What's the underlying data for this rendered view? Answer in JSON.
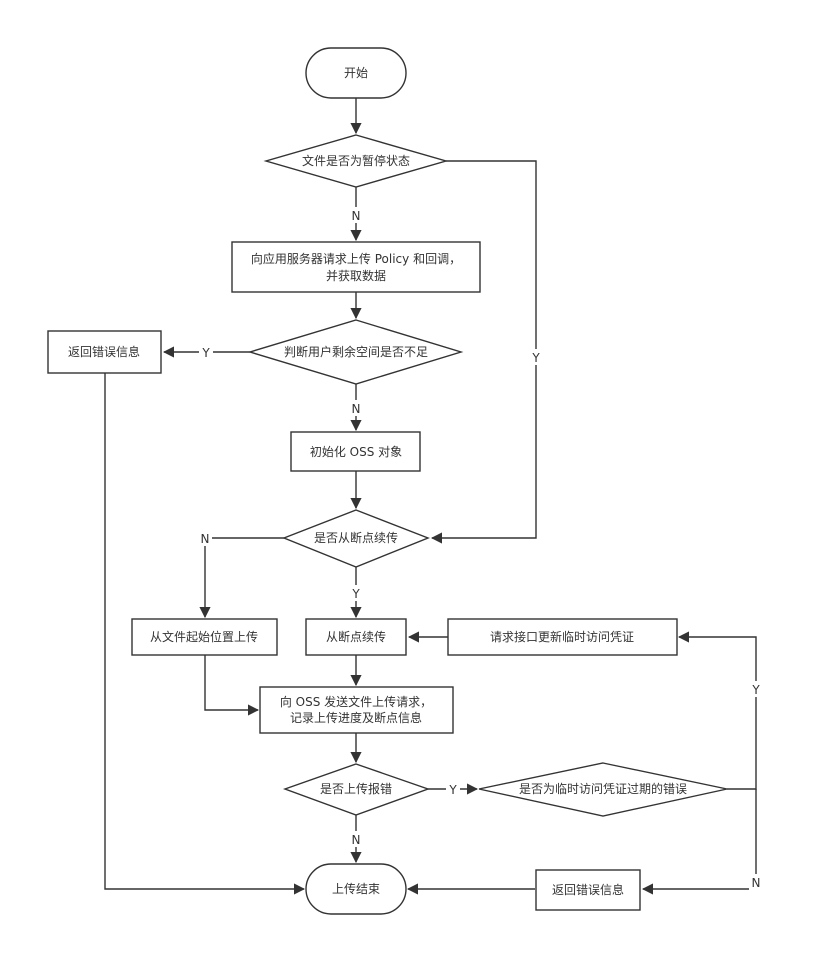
{
  "nodes": {
    "start": "开始",
    "is_paused": "文件是否为暂停状态",
    "request_policy_line1": "向应用服务器请求上传 Policy 和回调，",
    "request_policy_line2": "并获取数据",
    "check_space": "判断用户剩余空间是否不足",
    "return_error_space": "返回错误信息",
    "init_oss": "初始化 OSS 对象",
    "resume_check": "是否从断点续传",
    "upload_from_start": "从文件起始位置上传",
    "resume_upload": "从断点续传",
    "refresh_credentials": "请求接口更新临时访问凭证",
    "send_request_line1": "向 OSS 发送文件上传请求，",
    "send_request_line2": "记录上传进度及断点信息",
    "upload_error_check": "是否上传报错",
    "credential_expired_check": "是否为临时访问凭证过期的错误",
    "return_error_upload": "返回错误信息",
    "end": "上传结束"
  },
  "edge_labels": {
    "paused_no": "N",
    "paused_yes": "Y",
    "space_yes": "Y",
    "space_no": "N",
    "resume_no": "N",
    "resume_yes": "Y",
    "upload_error_no": "N",
    "upload_error_yes": "Y",
    "expired_yes": "Y",
    "expired_no": "N"
  }
}
